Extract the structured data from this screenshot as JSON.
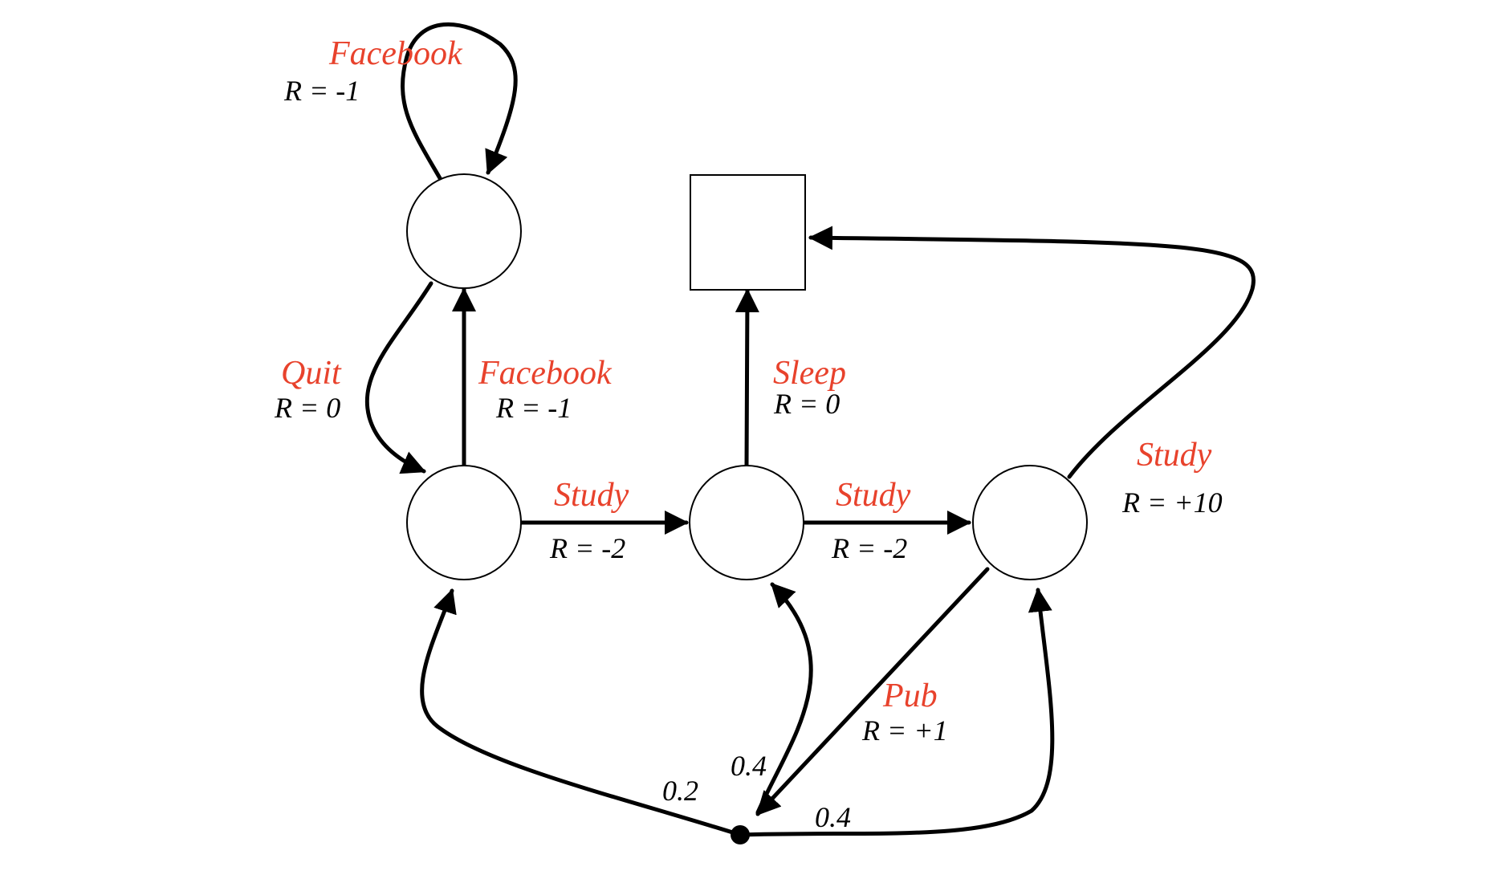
{
  "colors": {
    "action": "#e8422c",
    "line": "#000000",
    "background": "#ffffff"
  },
  "actions": {
    "facebook_loop": "Facebook",
    "quit": "Quit",
    "facebook_up": "Facebook",
    "study_1": "Study",
    "study_2": "Study",
    "study_3": "Study",
    "sleep": "Sleep",
    "pub": "Pub"
  },
  "rewards": {
    "facebook_loop": "R = -1",
    "quit": "R = 0",
    "facebook_up": "R = -1",
    "study_1": "R = -2",
    "study_2": "R = -2",
    "study_3": "R = +10",
    "sleep": "R = 0",
    "pub": "R = +1"
  },
  "probabilities": {
    "to_class1": "0.2",
    "to_class2": "0.4",
    "to_class3": "0.4"
  }
}
